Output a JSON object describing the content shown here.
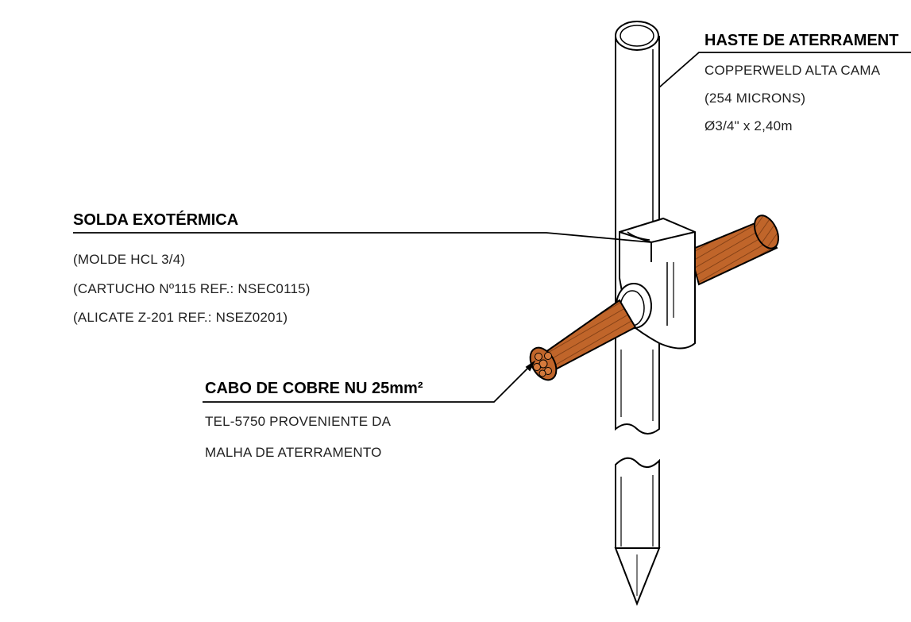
{
  "haste": {
    "title": "HASTE DE ATERRAMENT",
    "lines": [
      "COPPERWELD ALTA CAMA",
      "(254 MICRONS)",
      "Ø3/4\" x 2,40m"
    ]
  },
  "solda": {
    "title": "SOLDA EXOTÉRMICA",
    "lines": [
      "(MOLDE HCL 3/4)",
      "(CARTUCHO Nº115 REF.: NSEC0115)",
      "(ALICATE Z-201 REF.: NSEZ0201)"
    ]
  },
  "cabo": {
    "title": "CABO DE COBRE NU 25mm²",
    "lines": [
      "TEL-5750 PROVENIENTE DA",
      "MALHA DE ATERRAMENTO"
    ]
  },
  "colors": {
    "copper": "#C0652A",
    "copper_dark": "#7A3A12",
    "outline": "#000000"
  }
}
